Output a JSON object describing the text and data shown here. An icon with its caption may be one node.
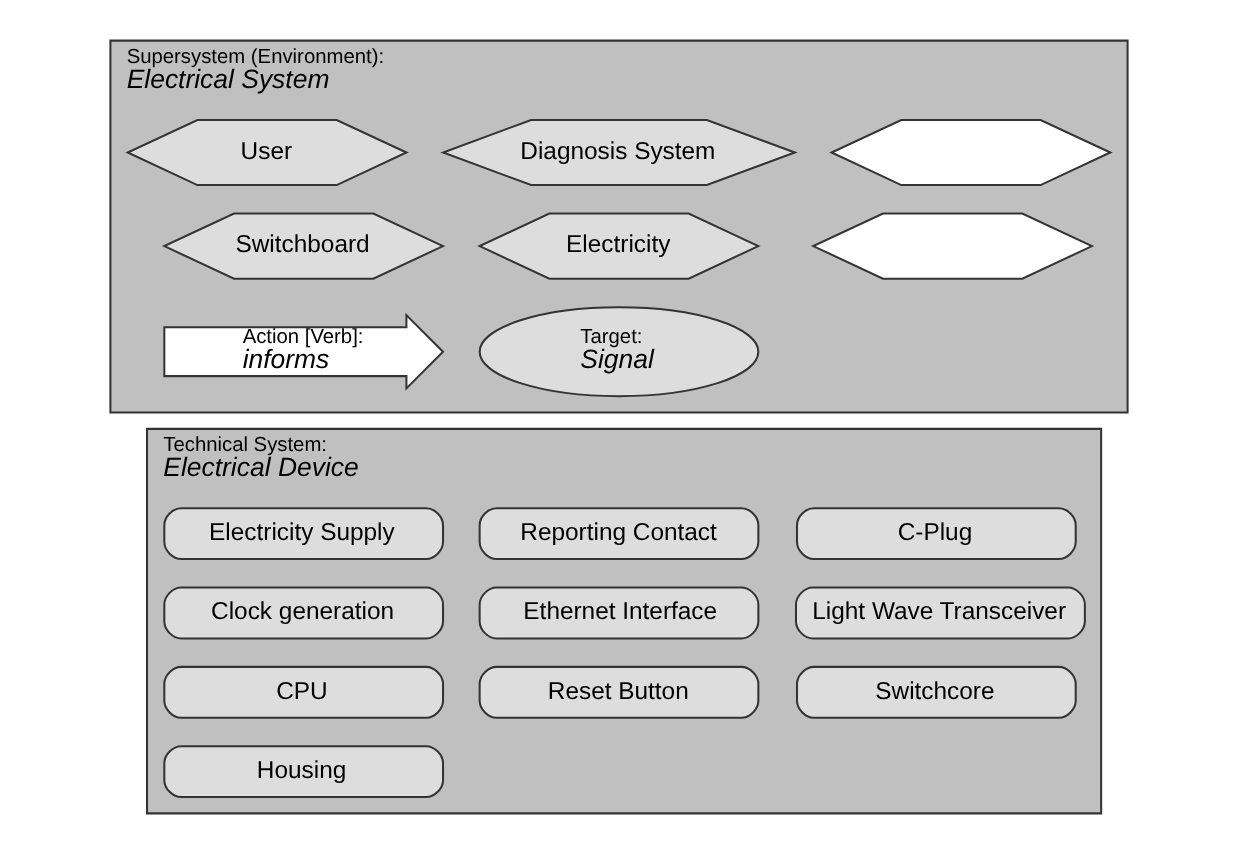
{
  "diagram": {
    "nodes": [
      {
        "text": [
          "Supersystem (Environment):",
          "Electrical System"
        ]
      },
      {
        "text": [
          "User"
        ],
        "in": 0
      },
      {
        "text": [
          "Diagnosis System"
        ],
        "in": 0
      },
      {
        "text": [],
        "shape": "hexagon",
        "in": 0
      },
      {
        "text": [
          "Switchboard"
        ],
        "in": 0
      },
      {
        "text": [
          "Electricity"
        ],
        "in": 0
      },
      {
        "text": [],
        "shape": "hexagon",
        "in": 0
      },
      {
        "text": [
          "Technical System:",
          "Electrical Device"
        ]
      },
      {
        "text": [
          "Action [Verb]:",
          "informs"
        ],
        "in": 0
      },
      {
        "text": [
          "Target:",
          "Signal"
        ],
        "in": 0
      },
      {
        "text": [
          "Electricity Supply"
        ],
        "in": 7
      },
      {
        "text": [
          "Reporting Contact"
        ],
        "in": 7
      },
      {
        "text": [
          "C-Plug"
        ],
        "in": 7
      },
      {
        "text": [
          "Clock generation"
        ],
        "in": 7
      },
      {
        "text": [
          "Ethernet Interface"
        ],
        "in": 7
      },
      {
        "text": [
          "Light Wave Transceiver"
        ],
        "in": 7
      },
      {
        "text": [
          "CPU"
        ],
        "in": 7
      },
      {
        "text": [
          "Reset Button"
        ],
        "in": 7
      },
      {
        "text": [
          "Switchcore"
        ],
        "in": 7
      },
      {
        "text": [
          "Housing"
        ],
        "in": 7
      }
    ],
    "edges": []
  }
}
